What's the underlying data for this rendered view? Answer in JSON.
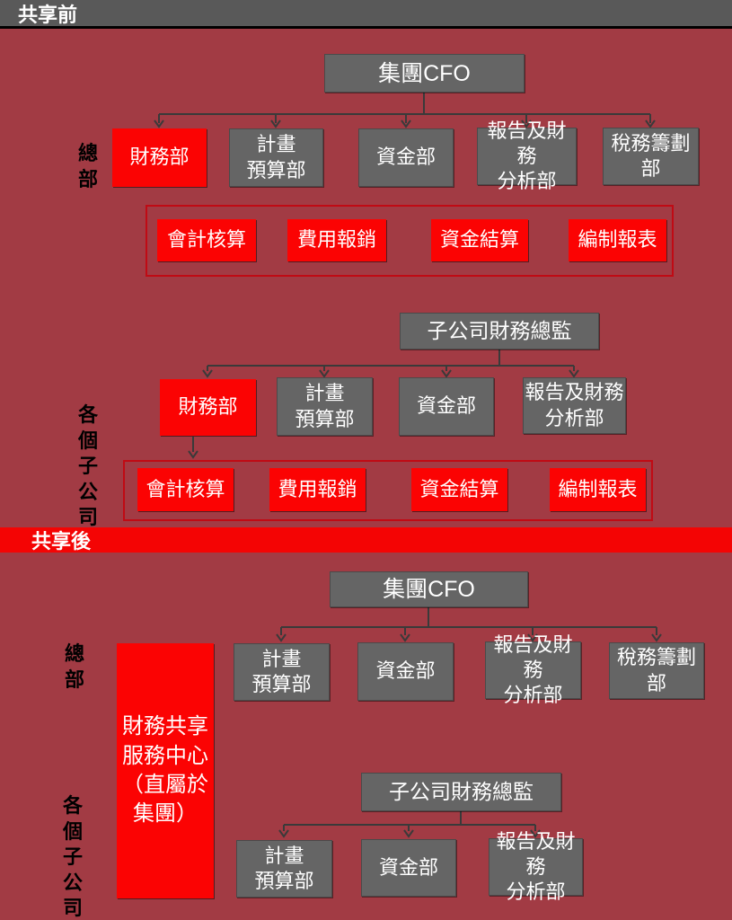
{
  "banners": {
    "before": "共享前",
    "after": "共享後"
  },
  "colors": {
    "background": "#A23B44",
    "banner_gray": "#595959",
    "banner_red": "#F40404",
    "box_gray": "#656565",
    "box_red": "#FB0303",
    "frame_border": "#C00A14",
    "connector": "#3A3A3A",
    "divider": "#000000"
  },
  "before": {
    "hq": {
      "side_label": "總部",
      "root": "集團CFO",
      "departments": [
        "財務部",
        "計畫\n預算部",
        "資金部",
        "報告及財務\n分析部",
        "稅務籌劃部"
      ],
      "functions": [
        "會計核算",
        "費用報銷",
        "資金結算",
        "編制報表"
      ]
    },
    "subsidiaries": {
      "side_label": "各個子公司",
      "root": "子公司財務總監",
      "departments": [
        "財務部",
        "計畫\n預算部",
        "資金部",
        "報告及財務\n分析部"
      ],
      "functions": [
        "會計核算",
        "費用報銷",
        "資金結算",
        "編制報表"
      ]
    }
  },
  "after": {
    "hq": {
      "side_label": "總部",
      "root": "集團CFO",
      "shared_center": "財務共享\n服務中心\n（直屬於\n集團）",
      "departments": [
        "計畫\n預算部",
        "資金部",
        "報告及財務\n分析部",
        "稅務籌劃部"
      ]
    },
    "subsidiaries": {
      "side_label": "各個子公司",
      "root": "子公司財務總監",
      "departments": [
        "計畫\n預算部",
        "資金部",
        "報告及財務\n分析部"
      ]
    }
  }
}
